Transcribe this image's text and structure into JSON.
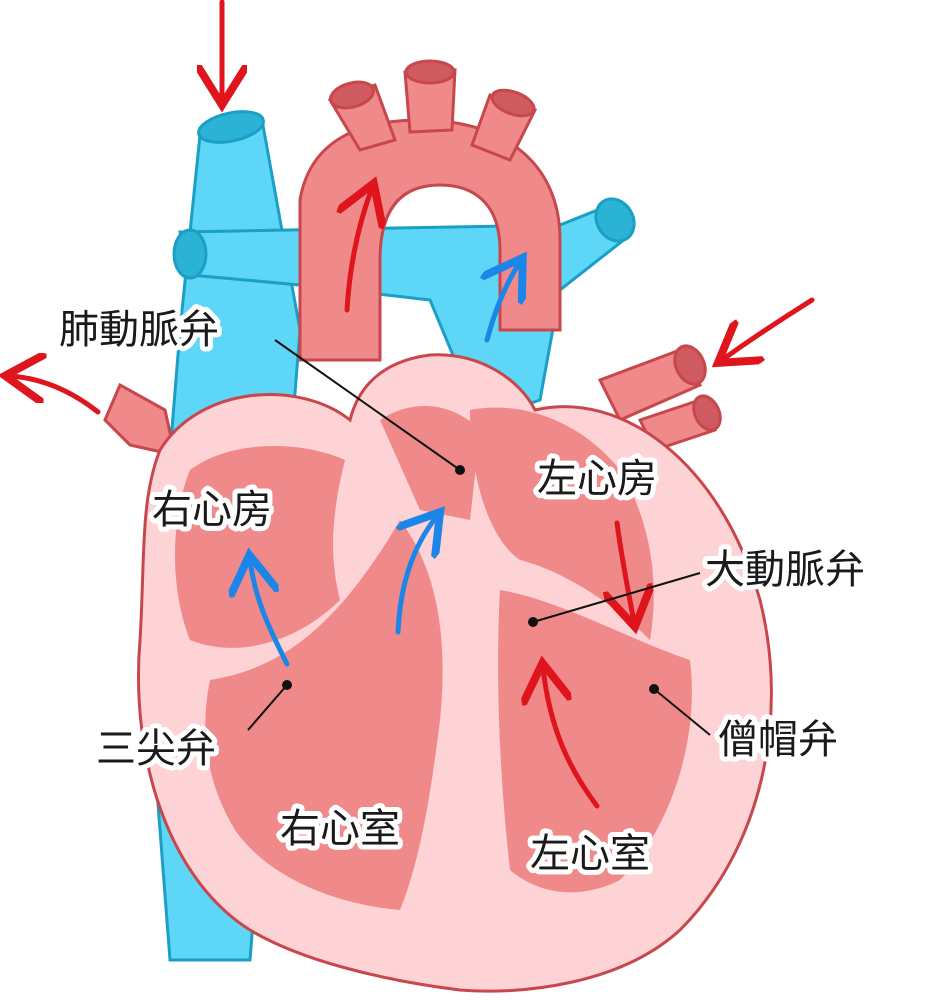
{
  "labels": {
    "pulmonary_valve": "肺動脈弁",
    "right_atrium": "右心房",
    "left_atrium": "左心房",
    "aortic_valve": "大動脈弁",
    "tricuspid_valve": "三尖弁",
    "mitral_valve": "僧帽弁",
    "right_ventricle": "右心室",
    "left_ventricle": "左心室"
  },
  "colors": {
    "venous_blue": "#5dd6f7",
    "arterial_red": "#f08a8a",
    "heart_wall": "#fdd3d5",
    "arrow_red": "#e0141c",
    "arrow_blue": "#1b86e8"
  }
}
